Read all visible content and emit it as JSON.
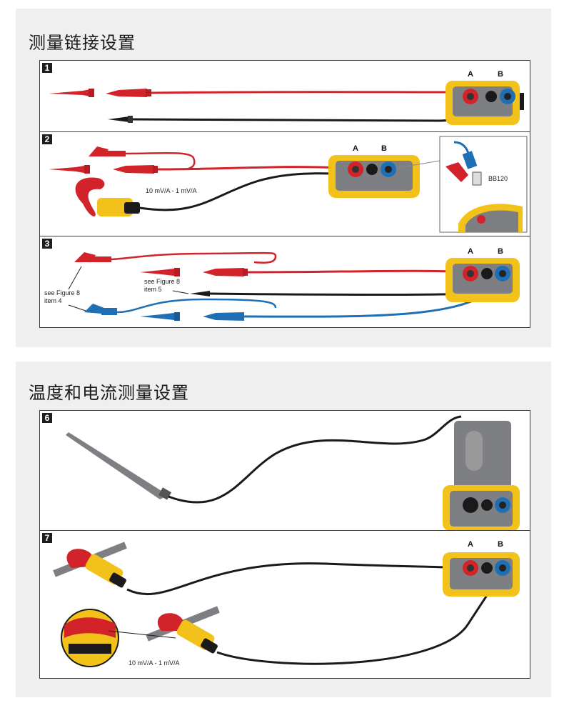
{
  "sections": [
    {
      "title": "测量链接设置",
      "panels": [
        {
          "number": "1",
          "input_labels": [
            "A",
            "B"
          ]
        },
        {
          "number": "2",
          "input_labels": [
            "A",
            "B"
          ],
          "clamp_label": "10 mV/A - 1 mV/A",
          "inset_label": "BB120"
        },
        {
          "number": "3",
          "input_labels": [
            "A",
            "B"
          ],
          "note_left_1": "see Figure 8",
          "note_left_2": "item 4",
          "note_mid_1": "see Figure 8",
          "note_mid_2": "item 5"
        }
      ]
    },
    {
      "title": "温度和电流测量设置",
      "panels": [
        {
          "number": "6"
        },
        {
          "number": "7",
          "input_labels": [
            "A",
            "B"
          ],
          "clamp_label": "10 mV/A - 1 mV/A"
        }
      ]
    }
  ],
  "colors": {
    "red_lead": "#d2232a",
    "black_lead": "#1a1a1a",
    "blue_lead": "#1f6fb5",
    "meter_yellow": "#f2c21a",
    "meter_gray": "#7d7f82"
  }
}
